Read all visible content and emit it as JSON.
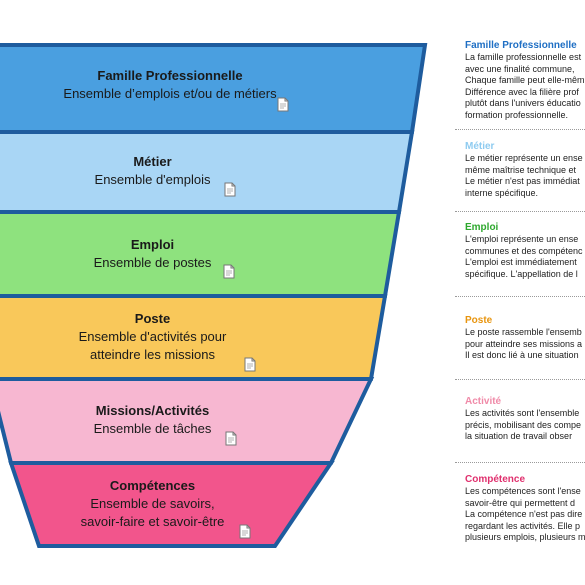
{
  "levels": [
    {
      "title": "Famille Professionnelle",
      "subtitle": "Ensemble d’emplois et/ou de métiers",
      "fill": "#4a9fe0"
    },
    {
      "title": "Métier",
      "subtitle": "Ensemble d'emplois",
      "fill": "#a9d6f5"
    },
    {
      "title": "Emploi",
      "subtitle": "Ensemble de postes",
      "fill": "#8ee27e"
    },
    {
      "title": "Poste",
      "subtitle": "Ensemble d'activités pour\natteindre les missions",
      "fill": "#f9c85a"
    },
    {
      "title": "Missions/Activités",
      "subtitle": "Ensemble de tâches",
      "fill": "#f7b7d1"
    },
    {
      "title": "Compétences",
      "subtitle": "Ensemble de savoirs,\nsavoir-faire et savoir-être",
      "fill": "#f2558c"
    }
  ],
  "border_color": "#1e5c9e",
  "descriptions": [
    {
      "title": "Famille Professionnelle",
      "color": "#1f6fc4",
      "body": "La famille professionnelle est\navec une  finalité commune,\nChaque famille peut elle-mêm\nDifférence avec la filière prof\nplutôt dans l'univers éducatio\nformation professionnelle."
    },
    {
      "title": "Métier",
      "color": "#8ecbf0",
      "body": "Le métier représente un ense\nmême maîtrise technique et\nLe métier n'est pas immédiat\ninterne spécifique."
    },
    {
      "title": "Emploi",
      "color": "#2ea82e",
      "body": "L'emploi représente un  ense\ncommunes et des compétenc\nL'emploi est immédiatement\nspécifique. L'appellation de l"
    },
    {
      "title": "Poste",
      "color": "#e8950f",
      "body": "Le poste rassemble l'ensemb\npour atteindre ses missions a\nIl est donc lié à une situation"
    },
    {
      "title": "Activité",
      "color": "#f08aa8",
      "body": "Les activités sont l'ensemble\nprécis, mobilisant des compe\nla situation de travail obser"
    },
    {
      "title": "Compétence",
      "color": "#e0306e",
      "body": "Les compétences sont l'ense\nsavoir-être qui permettent d\nLa compétence n'est pas dire\nregardant les activités. Elle p\nplusieurs emplois, plusieurs m"
    }
  ]
}
